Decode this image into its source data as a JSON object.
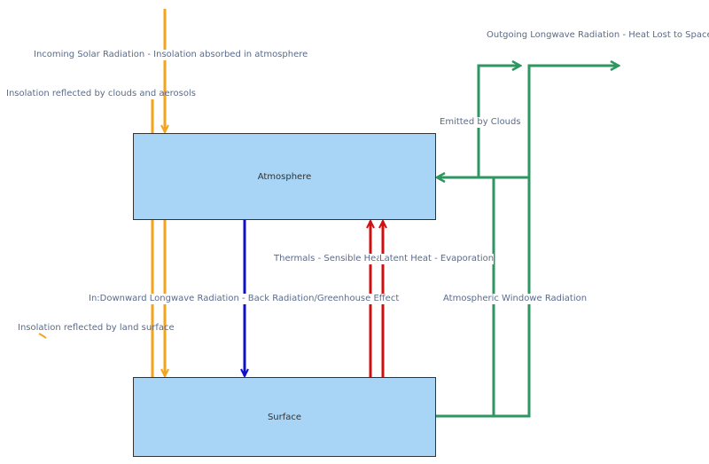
{
  "nodes": {
    "atmosphere": "Atmosphere",
    "surface": "Surface"
  },
  "labels": {
    "incoming_solar": "Incoming Solar Radiation - Insolation absorbed in atmosphere",
    "reflected_clouds": "Insolation reflected by clouds and aerosols",
    "outgoing_longwave": "Outgoing Longwave Radiation - Heat Lost to Space",
    "emitted_clouds": "Emitted by Clouds",
    "thermals": "Thermals - Sensible Heat",
    "latent_heat": "Latent Heat - Evaporation",
    "downward_longwave": "In:Downward Longwave Radiation - Back Radiation/Greenhouse Effect",
    "reflected_land": "Insolation reflected by land surface",
    "atmospheric_window": "Atmospheric Windowe Radiation"
  },
  "colors": {
    "solar": "#f5a31a",
    "longwave_down": "#1010c8",
    "thermal": "#d01010",
    "outgoing": "#2e9660",
    "box_fill": "#a8d4f5"
  }
}
